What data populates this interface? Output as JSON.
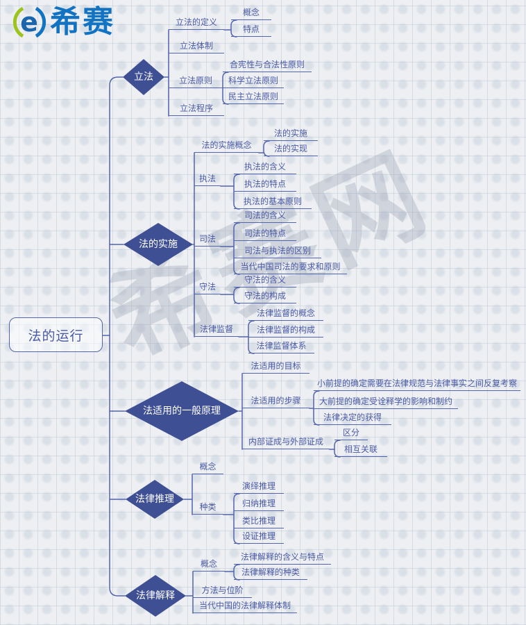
{
  "brand": {
    "name": "希赛",
    "mark": "e"
  },
  "watermark": "希赛网",
  "colors": {
    "diamond_fill": "#3e4f94",
    "line": "#5264ab",
    "node_text": "#4a5aa6",
    "brand_blue": "#1273c2",
    "brand_green": "#9dc41e",
    "background": "#edeff2"
  },
  "root": {
    "label": "法的运行"
  },
  "branches": [
    {
      "label": "立法",
      "topics": [
        {
          "label": "立法的定义",
          "children": [
            {
              "label": "概念"
            },
            {
              "label": "特点"
            }
          ]
        },
        {
          "label": "立法体制"
        },
        {
          "label": "立法原则",
          "children": [
            {
              "label": "合宪性与合法性原则"
            },
            {
              "label": "科学立法原则"
            },
            {
              "label": "民主立法原则"
            }
          ]
        },
        {
          "label": "立法程序"
        }
      ]
    },
    {
      "label": "法的实施",
      "topics": [
        {
          "label": "法的实施概念",
          "children": [
            {
              "label": "法的实施"
            },
            {
              "label": "法的实现"
            }
          ]
        },
        {
          "label": "执法",
          "children": [
            {
              "label": "执法的含义"
            },
            {
              "label": "执法的特点"
            },
            {
              "label": "执法的基本原则"
            }
          ]
        },
        {
          "label": "司法",
          "children": [
            {
              "label": "司法的含义"
            },
            {
              "label": "司法的特点"
            },
            {
              "label": "司法与执法的区别"
            },
            {
              "label": "当代中国司法的要求和原则"
            }
          ]
        },
        {
          "label": "守法",
          "children": [
            {
              "label": "守法的含义"
            },
            {
              "label": "守法的构成"
            }
          ]
        },
        {
          "label": "法律监督",
          "children": [
            {
              "label": "法律监督的概念"
            },
            {
              "label": "法律监督的构成"
            },
            {
              "label": "法律监督体系"
            }
          ]
        }
      ]
    },
    {
      "label": "法适用的一般原理",
      "topics": [
        {
          "label": "法适用的目标"
        },
        {
          "label": "法适用的步骤",
          "children": [
            {
              "label": "小前提的确定需要在法律规范与法律事实之间反复考察"
            },
            {
              "label": "大前提的确定受诠释学的影响和制约"
            },
            {
              "label": "法律决定的获得"
            }
          ]
        },
        {
          "label": "内部证成与外部证成",
          "children": [
            {
              "label": "区分"
            },
            {
              "label": "相互关联"
            }
          ]
        }
      ]
    },
    {
      "label": "法律推理",
      "topics": [
        {
          "label": "概念"
        },
        {
          "label": "种类",
          "children": [
            {
              "label": "演绎推理"
            },
            {
              "label": "归纳推理"
            },
            {
              "label": "类比推理"
            },
            {
              "label": "设证推理"
            }
          ]
        }
      ]
    },
    {
      "label": "法律解释",
      "topics": [
        {
          "label": "概念",
          "children": [
            {
              "label": "法律解释的含义与特点"
            },
            {
              "label": "法律解释的种类"
            }
          ]
        },
        {
          "label": "方法与位阶"
        },
        {
          "label": "当代中国的法律解释体制"
        }
      ]
    }
  ]
}
